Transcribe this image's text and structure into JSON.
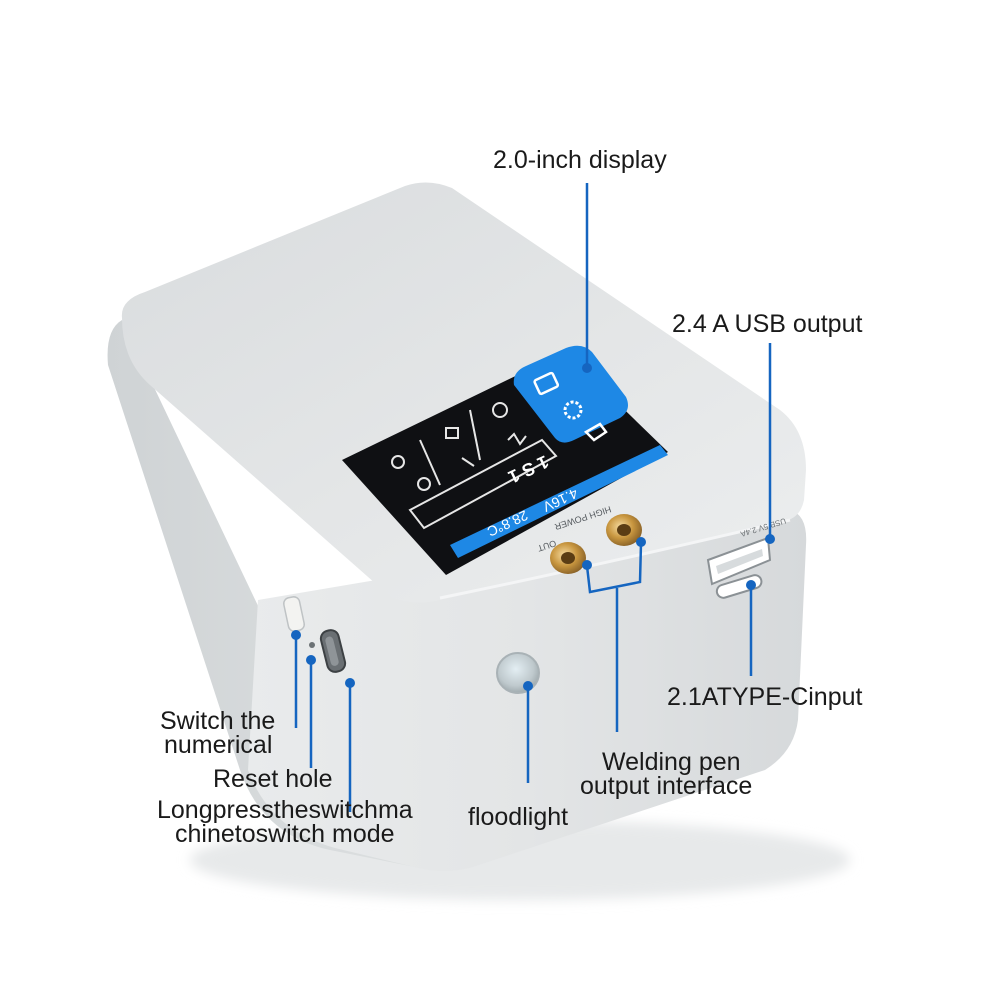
{
  "colors": {
    "leader_line": "#1565c0",
    "device_body": "#dfe2e3",
    "screen_bezel": "#101114",
    "screen_accent": "#1e88e5"
  },
  "annotations": {
    "display": "2.0-inch display",
    "usb_output": "2.4 A USB output",
    "typec_input": "2.1ATYPE-Cinput",
    "switch_numerical_line1": "Switch the",
    "switch_numerical_line2": "numerical",
    "reset_hole": "Reset hole",
    "long_press_line1": "Longpresstheswitchma",
    "long_press_line2": "chinetoswitch mode",
    "floodlight": "floodlight",
    "welding_pen_line1": "Welding pen",
    "welding_pen_line2": "output interface"
  },
  "device": {
    "battery_voltage": "4.16V",
    "temperature": "28.8°C",
    "output_marking_line1": "HIGH POWER",
    "output_marking_line2": "OUT",
    "usb_marking": "USB 5V 2.4A",
    "mode_value": "1 S 1",
    "menu_icons": [
      "monitor-icon",
      "gear-icon",
      "folder-icon",
      "timer-icon",
      "wave-icon",
      "layers-icon",
      "lamp-icon",
      "wrench-icon",
      "record-icon"
    ]
  }
}
